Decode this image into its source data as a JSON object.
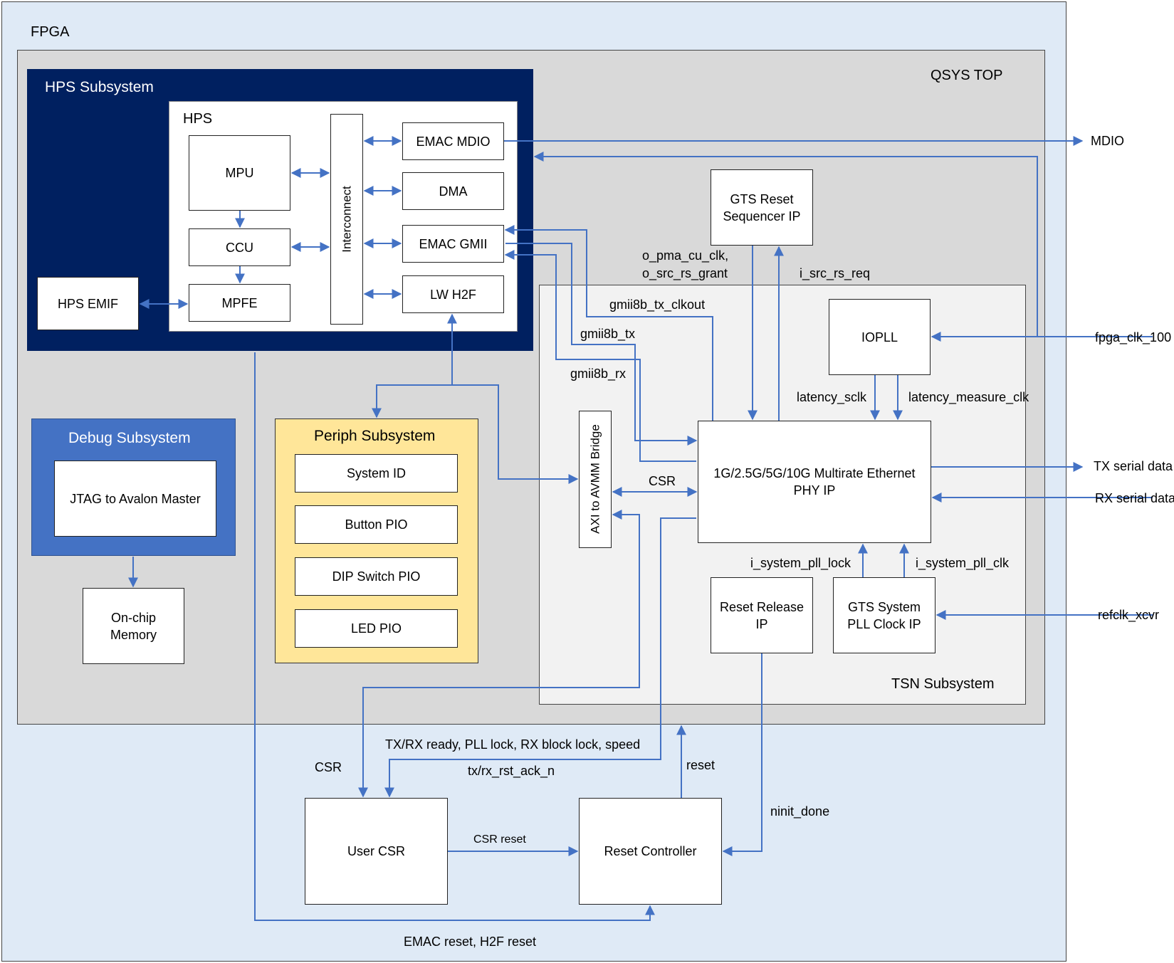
{
  "colors": {
    "fpga_bg": "#dfeaf6",
    "qsys_bg": "#d9d9d9",
    "hps_subsystem_bg": "#002060",
    "debug_bg": "#4472c4",
    "periph_bg": "#ffe699",
    "tsn_bg": "#f2f2f2",
    "arrow": "#4472c4"
  },
  "containers": {
    "fpga": "FPGA",
    "qsys_top": "QSYS TOP",
    "hps_subsystem": "HPS Subsystem",
    "hps": "HPS",
    "debug_subsystem": "Debug Subsystem",
    "periph_subsystem": "Periph Subsystem",
    "tsn_subsystem": "TSN Subsystem"
  },
  "blocks": {
    "mpu": "MPU",
    "ccu": "CCU",
    "mpfe": "MPFE",
    "interconnect": "Interconnect",
    "emac_mdio": "EMAC MDIO",
    "dma": "DMA",
    "emac_gmii": "EMAC GMII",
    "lw_h2f": "LW H2F",
    "hps_emif": "HPS EMIF",
    "jtag_master": "JTAG to Avalon Master",
    "onchip_memory": "On-chip\nMemory",
    "system_id": "System ID",
    "button_pio": "Button PIO",
    "dip_switch_pio": "DIP Switch PIO",
    "led_pio": "LED PIO",
    "gts_reset_seq": "GTS Reset\nSequencer IP",
    "iopll": "IOPLL",
    "axi_avmm_bridge": "AXI to AVMM Bridge",
    "ethernet_phy": "1G/2.5G/5G/10G Multirate Ethernet\nPHY IP",
    "reset_release": "Reset Release\nIP",
    "gts_pll_clock": "GTS System\nPLL Clock IP",
    "user_csr": "User CSR",
    "reset_controller": "Reset Controller"
  },
  "signals": {
    "mdio": "MDIO",
    "fpga_clk_100": "fpga_clk_100",
    "tx_serial": "TX serial data",
    "rx_serial": "RX serial data",
    "refclk_xcvr": "refclk_xcvr",
    "o_pma_cu_clk": "o_pma_cu_clk,",
    "o_src_rs_grant": "o_src_rs_grant",
    "i_src_rs_req": "i_src_rs_req",
    "gmii8b_tx_clkout": "gmii8b_tx_clkout",
    "gmii8b_tx": "gmii8b_tx",
    "gmii8b_rx": "gmii8b_rx",
    "latency_sclk": "latency_sclk",
    "latency_measure_clk": "latency_measure_clk",
    "csr_bridge": "CSR",
    "i_system_pll_lock": "i_system_pll_lock",
    "i_system_pll_clk": "i_system_pll_clk",
    "status": "TX/RX ready, PLL lock, RX block lock, speed",
    "csr_user": "CSR",
    "tx_rx_rst_ack": "tx/rx_rst_ack_n",
    "reset": "reset",
    "ninit_done": "ninit_done",
    "csr_reset": "CSR reset",
    "emac_h2f_reset": "EMAC reset, H2F reset"
  }
}
